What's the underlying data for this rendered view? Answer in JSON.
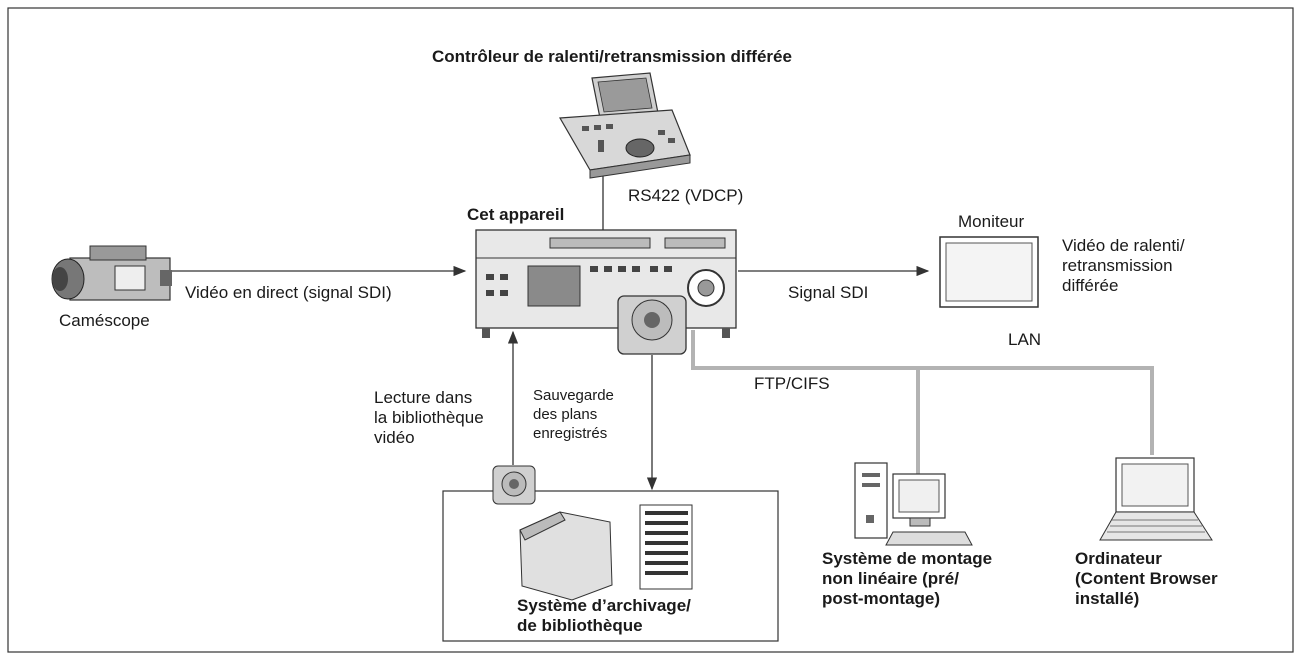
{
  "labels": {
    "controller_title": "Contrôleur de ralenti/retransmission différée",
    "device_title": "Cet appareil",
    "rs422": "RS422 (VDCP)",
    "camera": "Caméscope",
    "live_video": "Vidéo en direct (signal SDI)",
    "monitor": "Moniteur",
    "monitor_video": [
      "Vidéo de ralenti/",
      "retransmission",
      "différée"
    ],
    "sdi_signal": "Signal SDI",
    "lan": "LAN",
    "ftp": "FTP/CIFS",
    "playback": [
      "Lecture dans",
      "la bibliothèque",
      "vidéo"
    ],
    "backup": [
      "Sauvegarde",
      "des plans",
      "enregistrés"
    ],
    "archive": [
      "Système d’archivage/",
      "de bibliothèque"
    ],
    "editing": [
      "Système de montage",
      "non linéaire (pré/",
      "post-montage)"
    ],
    "computer": [
      "Ordinateur",
      "(Content Browser",
      "installé)"
    ]
  },
  "colors": {
    "line": "#333333",
    "lan_line": "#b3b3b3",
    "device_fill": "#e8e8e8"
  }
}
